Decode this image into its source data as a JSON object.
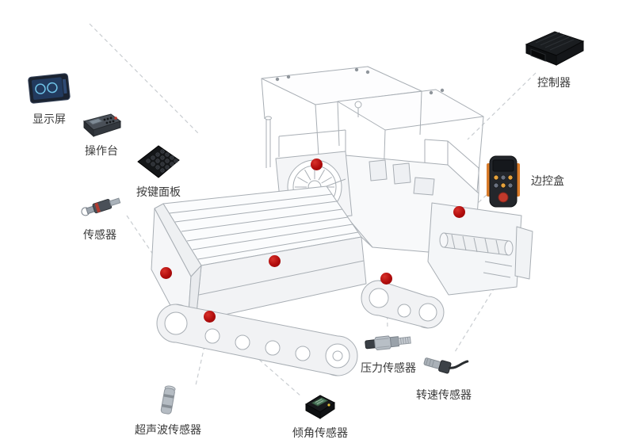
{
  "diagram": {
    "colors": {
      "marker": "#b00c0c",
      "connector": "#c9cdd1",
      "machine_line": "#a8aeb4",
      "label_text": "#3a3a3a"
    },
    "components": [
      {
        "id": "display",
        "label": "显示屏",
        "icon": "display-icon"
      },
      {
        "id": "console",
        "label": "操作台",
        "icon": "console-icon"
      },
      {
        "id": "keypad",
        "label": "按键面板",
        "icon": "keypad-icon"
      },
      {
        "id": "sensor",
        "label": "传感器",
        "icon": "sensor-icon"
      },
      {
        "id": "controller",
        "label": "控制器",
        "icon": "controller-icon"
      },
      {
        "id": "side_control_box",
        "label": "边控盒",
        "icon": "remote-icon"
      },
      {
        "id": "pressure_sensor",
        "label": "压力传感器",
        "icon": "pressure-sensor-icon"
      },
      {
        "id": "speed_sensor",
        "label": "转速传感器",
        "icon": "speed-sensor-icon"
      },
      {
        "id": "ultrasonic_sensor",
        "label": "超声波传感器",
        "icon": "ultrasonic-sensor-icon"
      },
      {
        "id": "tilt_sensor",
        "label": "倾角传感器",
        "icon": "tilt-sensor-icon"
      }
    ],
    "marker_count": 6
  }
}
